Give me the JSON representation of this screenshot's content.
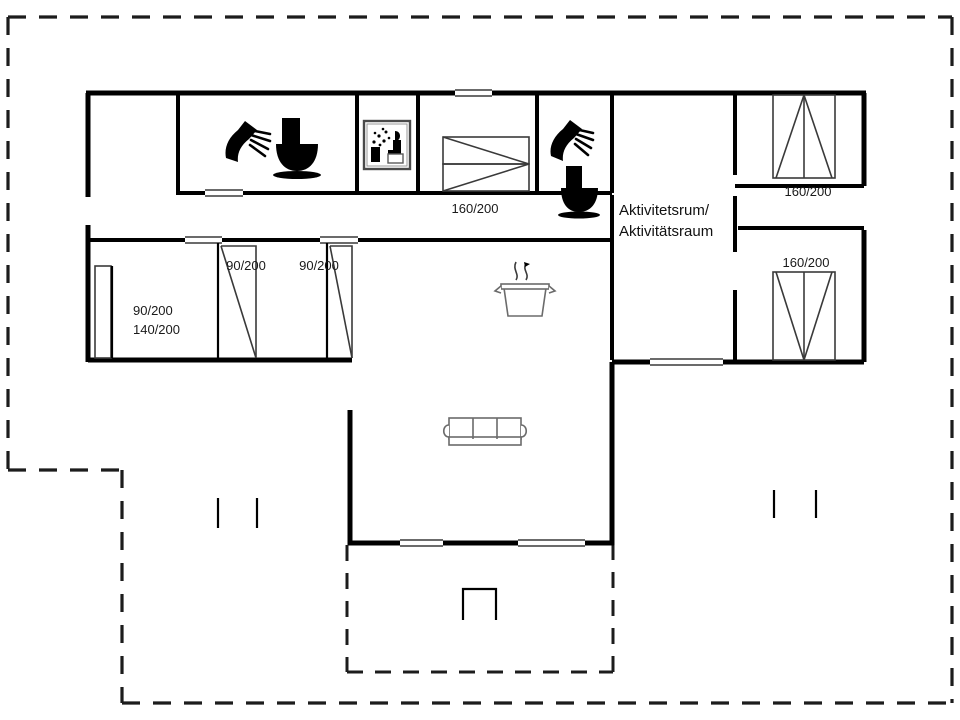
{
  "document": {
    "type": "floor-plan",
    "title": "Holiday house floor plan",
    "language": "Danish / German"
  },
  "labels": {
    "activity_room": "Aktivitetsrum/\nAktivitätsraum",
    "activity_room_line1": "Aktivitetsrum/",
    "activity_room_line2": "Aktivitätsraum"
  },
  "dimensions": {
    "bed_bunk_top_center": "160/200",
    "bed_top_right": "160/200",
    "bed_mid_right": "160/200",
    "door_left_bedroom_1": "90/200",
    "door_left_bedroom_2": "90/200",
    "window_left_a": "90/200",
    "window_left_b": "140/200"
  },
  "icons": {
    "shower": "shower-icon",
    "toilet": "toilet-icon",
    "sauna": "sauna-icon",
    "cooking_pot": "cooking-pot-icon",
    "sofa": "sofa-icon",
    "bed_double": "double-bed-icon",
    "bunk_bed": "bunk-bed-icon"
  },
  "colors": {
    "wall": "#000000",
    "furniture": "#6b6b6b",
    "terrace_outline": "#1c1c1c",
    "background": "#ffffff"
  },
  "chart_data": {
    "type": "table",
    "title": "Floor plan dimension callouts",
    "categories": [
      "bunk-bed-top-center",
      "bed-top-right",
      "bed-mid-right",
      "door-left-1",
      "door-left-2",
      "window-left-a",
      "window-left-b"
    ],
    "values": [
      "160/200",
      "160/200",
      "160/200",
      "90/200",
      "90/200",
      "90/200",
      "140/200"
    ]
  }
}
